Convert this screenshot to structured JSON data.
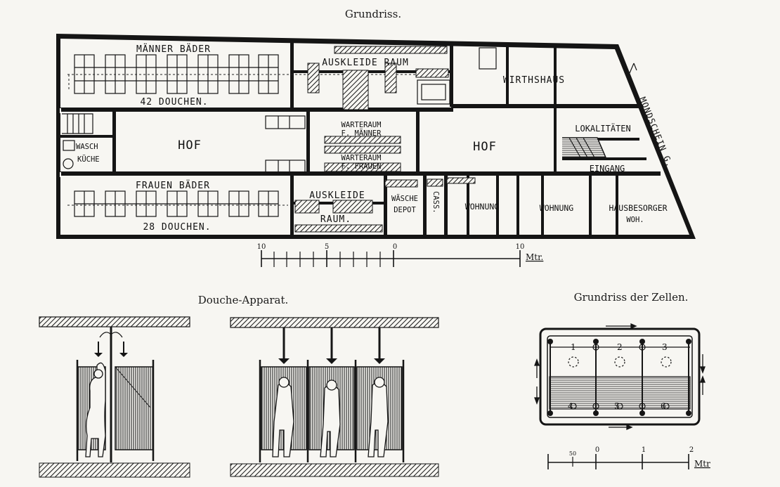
{
  "titles": {
    "floor_plan": "Grundriss.",
    "douche": "Douche-Apparat.",
    "cells": "Grundriss der Zellen."
  },
  "rooms": {
    "men_baths": "MÄNNER BÄDER",
    "men_count": "42 DOUCHEN.",
    "undress_top": "AUSKLEIDE RAUM",
    "tavern": "WIRTHSHAUS",
    "laundry_1": "WASCH",
    "laundry_2": "KÜCHE",
    "court_left": "HOF",
    "court_right": "HOF",
    "wait_men_1": "WARTERAUM",
    "wait_men_2": "F. MÄNNER",
    "wait_women_1": "WARTERAUM",
    "wait_women_2": "F. FRAUEN",
    "premises": "LOKALITÄTEN",
    "entrance": "EINGANG",
    "women_baths": "FRAUEN BÄDER",
    "women_count": "28 DOUCHEN.",
    "undress_bottom_1": "AUSKLEIDE",
    "undress_bottom_2": "RAUM.",
    "linen_1": "WÄSCHE",
    "linen_2": "DEPOT",
    "cash": "CASS.",
    "flat_1": "WOHNUNG",
    "flat_2": "WOHNUNG",
    "caretaker_1": "HAUSBESORGER",
    "caretaker_2": "WOH.",
    "street": "MONDSCHEIN G."
  },
  "scale_main": {
    "labels": [
      "10",
      "5",
      "0",
      "10"
    ],
    "unit": "Mtr."
  },
  "scale_cells": {
    "labels": [
      "50",
      "0",
      "1",
      "2"
    ],
    "unit": "Mtr"
  },
  "cells": {
    "numbers": [
      "1",
      "2",
      "3",
      "4",
      "5",
      "6"
    ]
  }
}
